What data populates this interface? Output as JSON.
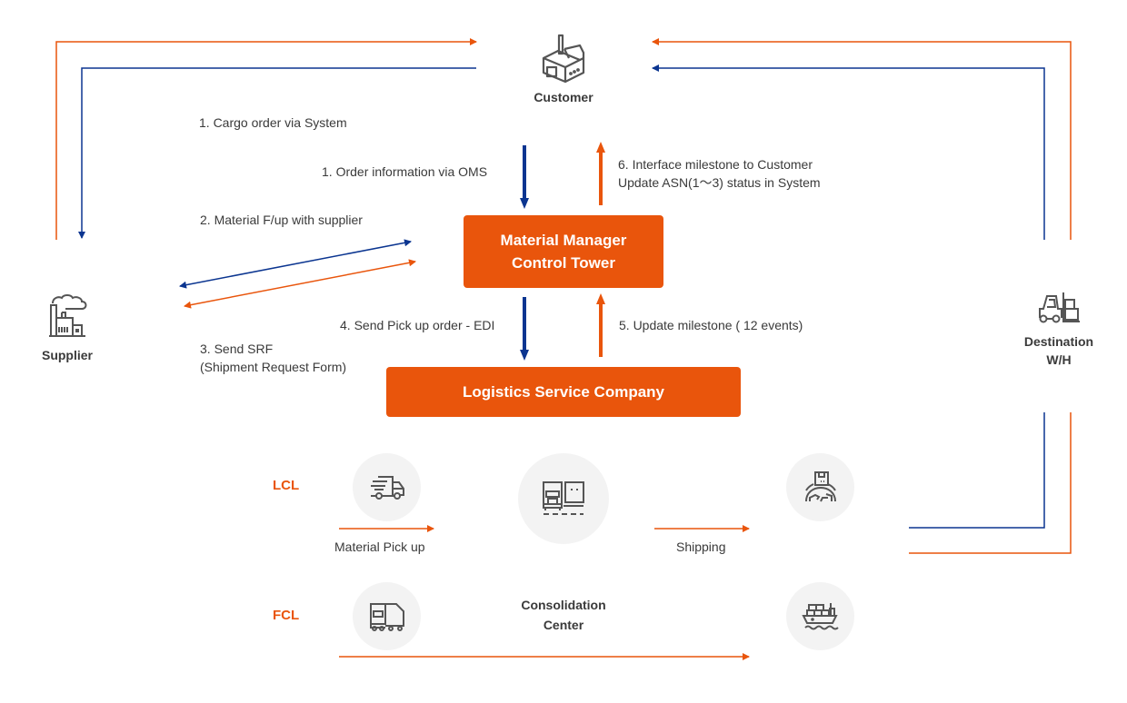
{
  "colors": {
    "orange": "#e9550c",
    "navy": "#0b3590",
    "icon_gray": "#555555",
    "circle_bg": "#f3f3f3"
  },
  "nodes": {
    "customer": {
      "label": "Customer",
      "icon": "factory-box-icon"
    },
    "supplier": {
      "label": "Supplier",
      "icon": "factory-smoke-icon"
    },
    "destination": {
      "label_line1": "Destination",
      "label_line2": "W/H",
      "icon": "forklift-icon"
    },
    "control_tower": {
      "line1": "Material Manager",
      "line2": "Control Tower"
    },
    "lsc": {
      "label": "Logistics Service Company"
    },
    "consolidation": {
      "line1": "Consolidation",
      "line2": "Center",
      "icon": "truck-dock-icon"
    }
  },
  "steps": {
    "s1_cargo": "1. Cargo order via System",
    "s1_oms": "1. Order information via OMS",
    "s2": "2. Material F/up with supplier",
    "s3_line1": "3. Send SRF",
    "s3_line2": "(Shipment Request Form)",
    "s4": "4. Send Pick up order - EDI",
    "s5": "5. Update  milestone ( 12 events)",
    "s6_line1": "6.  Interface milestone to Customer",
    "s6_line2": "Update  ASN(1～3) status in System"
  },
  "modes": {
    "lcl": {
      "label": "LCL",
      "pickup_icon": "delivery-truck-icon",
      "shipping_icon": "global-shipping-icon"
    },
    "fcl": {
      "label": "FCL",
      "pickup_icon": "container-truck-icon",
      "shipping_icon": "cargo-ship-icon"
    }
  },
  "flow_labels": {
    "pickup": "Material Pick up",
    "shipping": "Shipping"
  }
}
